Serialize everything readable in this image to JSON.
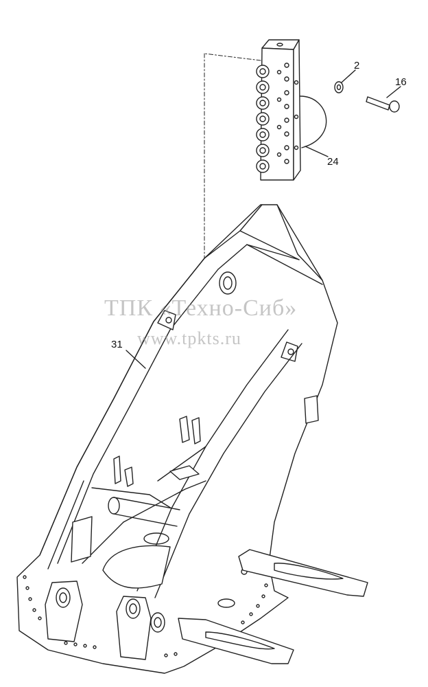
{
  "callouts": {
    "c2": "2",
    "c16": "16",
    "c24": "24",
    "c31": "31"
  },
  "watermark": {
    "line1": "ТПК «Техно-Сиб»",
    "line2": "www.tpkts.ru"
  },
  "colors": {
    "line": "#222222",
    "watermark": "#969696"
  }
}
